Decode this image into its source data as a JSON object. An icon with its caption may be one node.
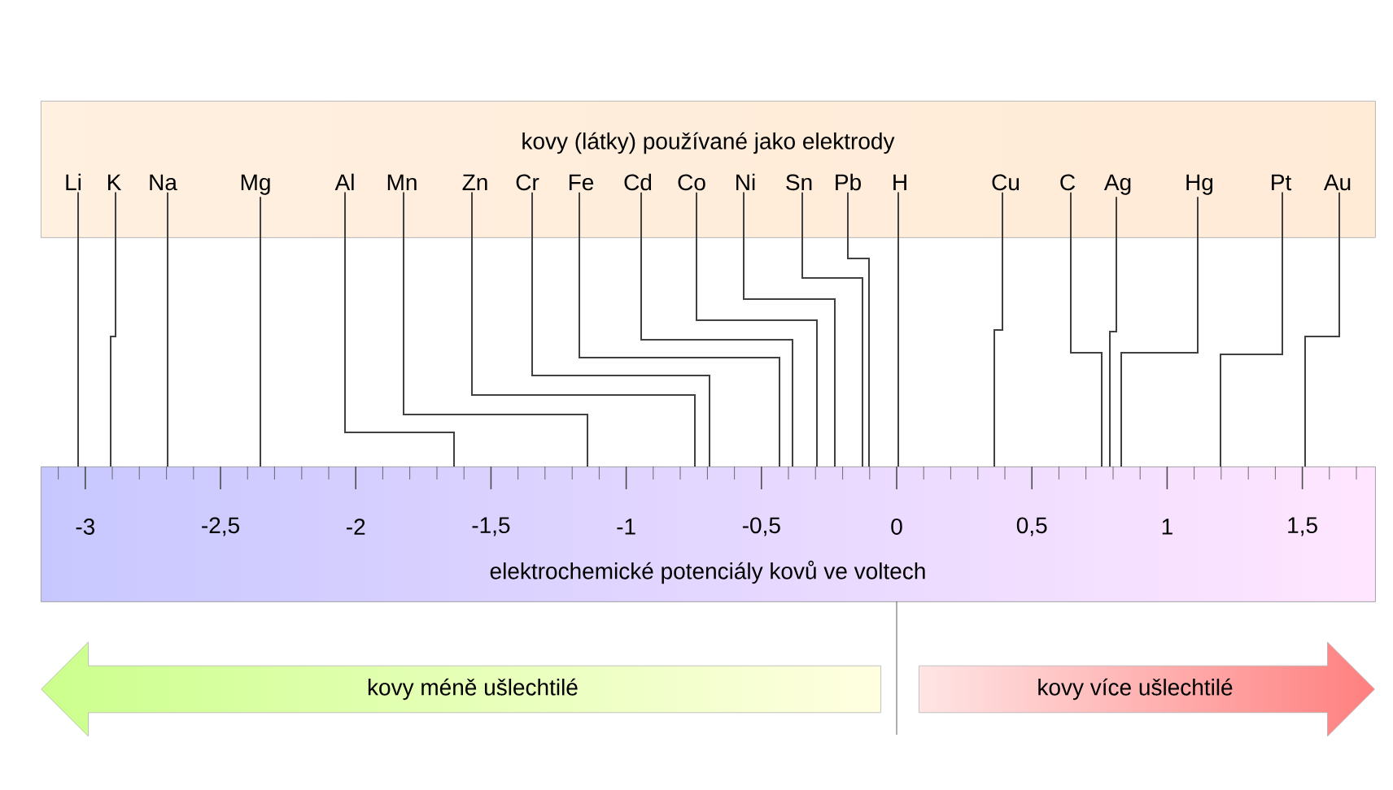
{
  "diagram": {
    "nodes": [
      {
        "text": [
          "kovy (látky) používané jako elektrody"
        ]
      },
      {
        "text": [
          "Li"
        ],
        "in": 0
      },
      {
        "text": [
          "K"
        ],
        "in": 0
      },
      {
        "text": [
          "Na"
        ],
        "in": 0
      },
      {
        "text": [
          "Mg"
        ],
        "in": 0
      },
      {
        "text": [
          "Al"
        ],
        "in": 0
      },
      {
        "text": [
          "Mn"
        ],
        "in": 0
      },
      {
        "text": [
          "Zn"
        ],
        "in": 0
      },
      {
        "text": [
          "Cr"
        ],
        "in": 0
      },
      {
        "text": [
          "Fe"
        ],
        "in": 0
      },
      {
        "text": [
          "Cd"
        ],
        "in": 0
      },
      {
        "text": [
          "Co"
        ],
        "in": 0
      },
      {
        "text": [
          "Ni"
        ],
        "in": 0
      },
      {
        "text": [
          "Sn"
        ],
        "in": 0
      },
      {
        "text": [
          "Pb"
        ],
        "in": 0
      },
      {
        "text": [
          "H"
        ],
        "in": 0
      },
      {
        "text": [
          "Cu"
        ],
        "in": 0
      },
      {
        "text": [
          "C"
        ],
        "in": 0
      },
      {
        "text": [
          "Ag"
        ],
        "in": 0
      },
      {
        "text": [
          "Hg"
        ],
        "in": 0
      },
      {
        "text": [
          "Pt"
        ],
        "in": 0
      },
      {
        "text": [
          "Au"
        ],
        "in": 0
      },
      {
        "text": [
          "elektrochemické potenciály kovů ve voltech"
        ]
      },
      {
        "text": [
          "kovy méně ušlechtilé"
        ]
      },
      {
        "text": [
          "kovy více ušlechtilé"
        ]
      }
    ],
    "edges": [
      {
        "from": 1,
        "to": 22,
        "arrow": "none"
      },
      {
        "from": 2,
        "to": 22,
        "arrow": "none"
      },
      {
        "from": 3,
        "to": 22,
        "arrow": "none"
      },
      {
        "from": 4,
        "to": 22,
        "arrow": "none"
      },
      {
        "from": 5,
        "to": 22,
        "arrow": "none"
      },
      {
        "from": 6,
        "to": 22,
        "arrow": "none"
      },
      {
        "from": 7,
        "to": 22,
        "arrow": "none"
      },
      {
        "from": 8,
        "to": 22,
        "arrow": "none"
      },
      {
        "from": 9,
        "to": 22,
        "arrow": "none"
      },
      {
        "from": 10,
        "to": 22,
        "arrow": "none"
      },
      {
        "from": 11,
        "to": 22,
        "arrow": "none"
      },
      {
        "from": 12,
        "to": 22,
        "arrow": "none"
      },
      {
        "from": 13,
        "to": 22,
        "arrow": "none"
      },
      {
        "from": 14,
        "to": 22,
        "arrow": "none"
      },
      {
        "from": 15,
        "to": 22,
        "arrow": "none"
      },
      {
        "from": 16,
        "to": 22,
        "arrow": "none"
      },
      {
        "from": 17,
        "to": 22,
        "arrow": "none"
      },
      {
        "from": 18,
        "to": 22,
        "arrow": "none"
      },
      {
        "from": 19,
        "to": 22,
        "arrow": "none"
      },
      {
        "from": 20,
        "to": 22,
        "arrow": "none"
      },
      {
        "from": 21,
        "to": 22,
        "arrow": "none"
      }
    ],
    "labels": [
      "-3",
      "-2,5",
      "-2",
      "-1,5",
      "-1",
      "-0,5",
      "0",
      "0,5",
      "1",
      "1,5"
    ]
  }
}
